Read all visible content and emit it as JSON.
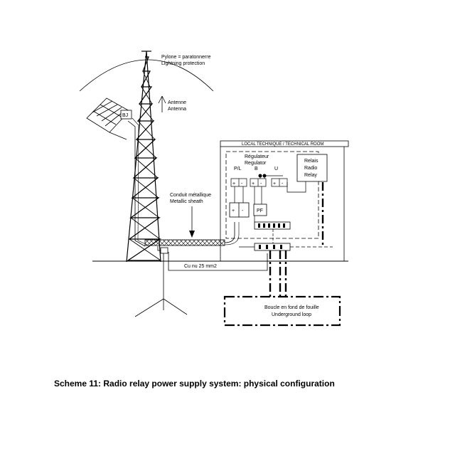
{
  "labels": {
    "pylone_fr": "Pylone = paratonnerre",
    "pylone_en": "Lightning protection",
    "antenne_fr": "Antenne",
    "antenne_en": "Antenna",
    "bj": "BJ",
    "conduit_fr": "Conduit métallique",
    "conduit_en": "Metallic sheath",
    "room": "LOCAL TECHNIQUE / TECHNICAL ROOM",
    "regulateur_fr": "Régulateur",
    "regulateur_en": "Regulator",
    "pl": "P/L",
    "b": "B",
    "u": "U",
    "relais_fr": "Relais",
    "relais_en1": "Radio",
    "relais_en2": "Relay",
    "pf": "PF",
    "plus": "+",
    "minus": "-",
    "cu": "Cu nu 25 mm2",
    "boucle_fr": "Boucle  en fond de fouille",
    "boucle_en": "Underground loop"
  },
  "caption": "Scheme 11: Radio relay power supply system: physical configuration"
}
